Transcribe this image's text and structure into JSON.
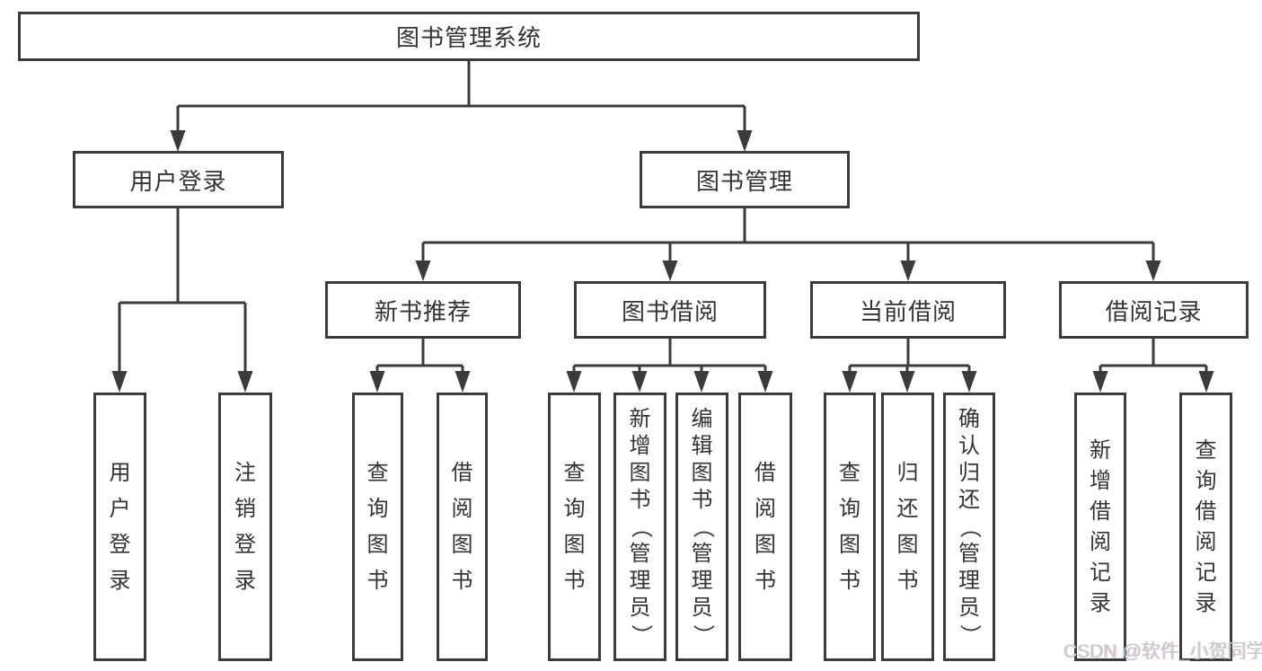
{
  "diagram": {
    "root": {
      "label": "图书管理系统"
    },
    "level2": [
      {
        "label": "用户登录"
      },
      {
        "label": "图书管理"
      }
    ],
    "level3": [
      {
        "label": "新书推荐"
      },
      {
        "label": "图书借阅"
      },
      {
        "label": "当前借阅"
      },
      {
        "label": "借阅记录"
      }
    ],
    "leaves": [
      {
        "label": "用户登录"
      },
      {
        "label": "注销登录"
      },
      {
        "label": "查询图书"
      },
      {
        "label": "借阅图书"
      },
      {
        "label": "查询图书"
      },
      {
        "label": "新增图书（管理员）"
      },
      {
        "label": "编辑图书（管理员）"
      },
      {
        "label": "借阅图书"
      },
      {
        "label": "查询图书"
      },
      {
        "label": "归还图书"
      },
      {
        "label": "确认归还（管理员）"
      },
      {
        "label": "新增借阅记录"
      },
      {
        "label": "查询借阅记录"
      }
    ]
  },
  "watermark": {
    "text": "CSDN @软件_小贺同学"
  },
  "colors": {
    "line": "#3b3b3b",
    "text": "#333333",
    "box_background": "#ffffff",
    "watermark": "#c9c9c9"
  }
}
